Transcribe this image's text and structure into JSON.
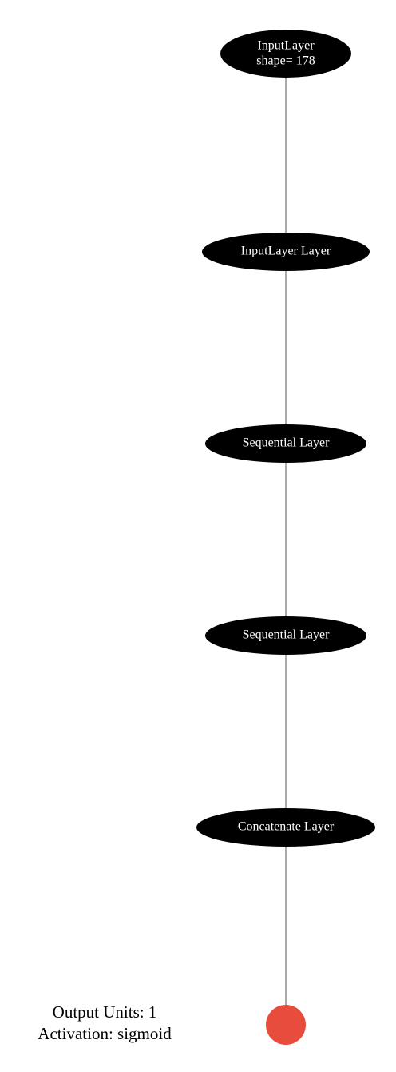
{
  "graph": {
    "nodes": [
      {
        "id": "input",
        "lines": [
          "InputLayer",
          "shape= 178"
        ]
      },
      {
        "id": "input-layer",
        "lines": [
          "InputLayer Layer"
        ]
      },
      {
        "id": "sequential-1",
        "lines": [
          "Sequential Layer"
        ]
      },
      {
        "id": "sequential-2",
        "lines": [
          "Sequential Layer"
        ]
      },
      {
        "id": "concatenate",
        "lines": [
          "Concatenate Layer"
        ]
      }
    ],
    "output": {
      "units_label": "Output Units: 1",
      "activation_label": "Activation: sigmoid",
      "color": "#e74c3c"
    },
    "node_fill": "#000000",
    "node_text_color": "#ffffff",
    "edge_color": "#555555"
  }
}
